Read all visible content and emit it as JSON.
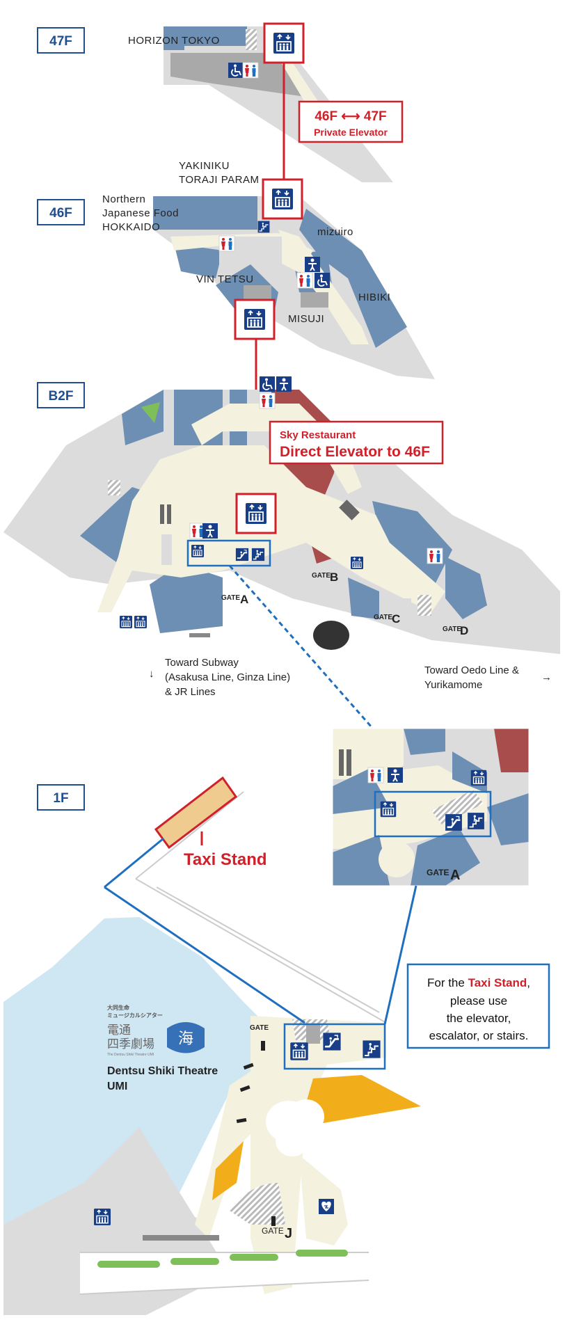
{
  "floors": {
    "f47": "47F",
    "f46": "46F",
    "b2f": "B2F",
    "f1": "1F"
  },
  "places": {
    "horizon_tokyo": "HORIZON TOKYO",
    "yakiniku_line1": "YAKINIKU",
    "yakiniku_line2": "TORAJI PARAM",
    "northern_line1": "Northern",
    "northern_line2": "Japanese Food",
    "northern_line3": "HOKKAIDO",
    "mizuiro": "mizuiro",
    "vin_tetsu": "VIN TETSU",
    "hibiki": "HIBIKI",
    "misuji": "MISUJI"
  },
  "callouts": {
    "private_elevator_floors": "46F ⟷ 47F",
    "private_elevator_label": "Private Elevator",
    "sky_restaurant": "Sky Restaurant",
    "direct_elevator": "Direct Elevator to 46F",
    "taxi_stand": "Taxi Stand"
  },
  "gates": {
    "word": "GATE",
    "a": "A",
    "b": "B",
    "c": "C",
    "d": "D",
    "j": "J"
  },
  "directions": {
    "subway_line1": "Toward Subway",
    "subway_line2": "(Asakusa Line, Ginza Line)",
    "subway_line3": "& JR Lines",
    "oedo_line1": "Toward Oedo Line &",
    "oedo_line2": "Yurikamome",
    "arrow_down": "↓",
    "arrow_right": "→"
  },
  "info_box": {
    "line1_prefix": "For the ",
    "line1_highlight": "Taxi Stand",
    "line1_suffix": ",",
    "line2": "please use",
    "line3": "the elevator,",
    "line4": "escalator, or stairs."
  },
  "theatre": {
    "kanji_small_1": "大同生命",
    "kanji_small_2": "ミュージカルシアター",
    "kanji_line1": "電通",
    "kanji_line2": "四季劇場",
    "kanji_logo": "海",
    "tagline": "The Dentsu Shiki Theatre UMI",
    "name_line1": "Dentsu Shiki Theatre",
    "name_line2": "UMI"
  },
  "colors": {
    "shop_blue": "#6e8fb4",
    "corridor": "#f4f1df",
    "floor_gray": "#dcdcdc",
    "service_gray": "#a9a9a9",
    "accent_red": "#d0202a",
    "restaurant_red": "#a94c4c",
    "icon_navy": "#173e86",
    "route_blue": "#1e6fc0",
    "water_blue": "#cfe7f3",
    "theatre_orange": "#f2ae1a",
    "taxi_tan": "#efcb8f",
    "green": "#7fbf5a"
  },
  "icons": [
    "elevator-icon",
    "accessible-icon",
    "restroom-icon",
    "baby-care-icon",
    "escalator-icon",
    "stairs-icon",
    "aed-icon"
  ]
}
